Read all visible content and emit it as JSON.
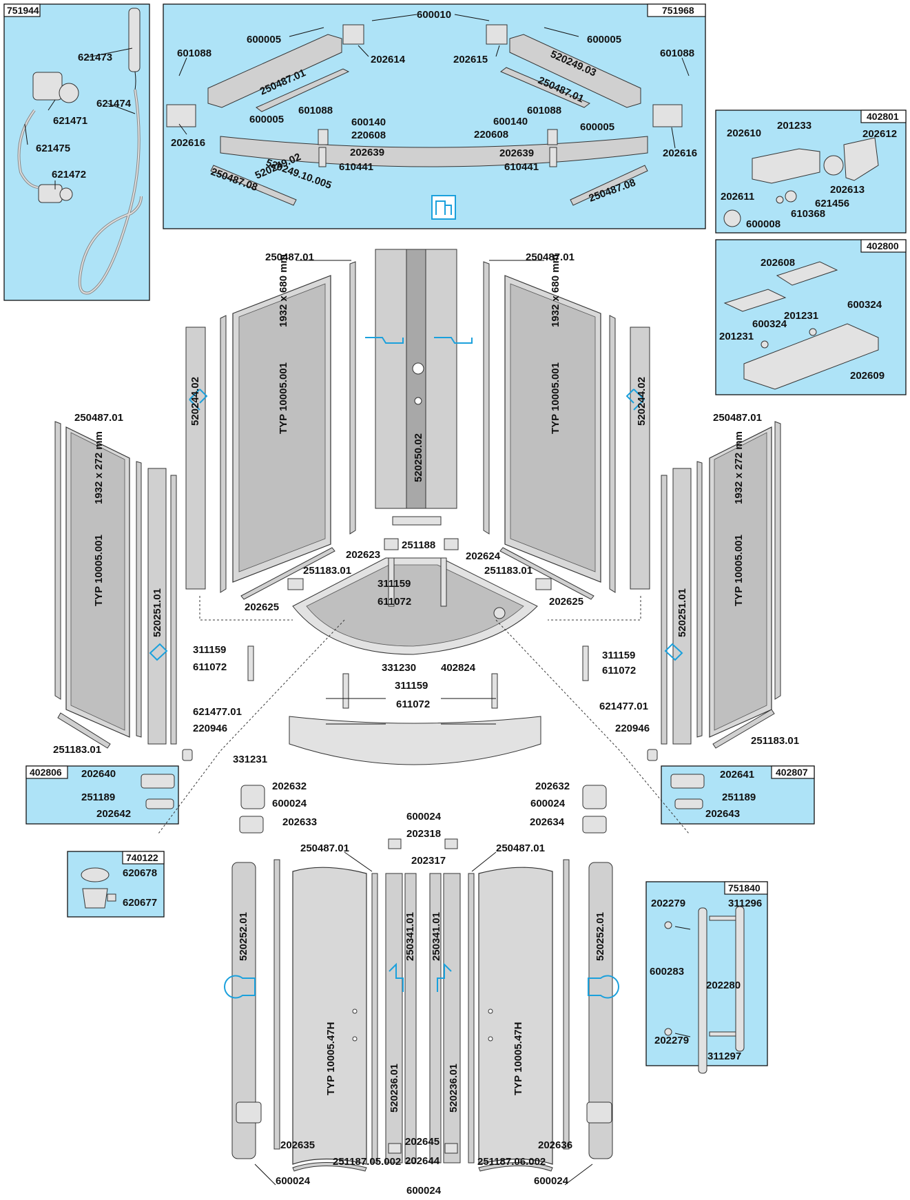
{
  "kits": {
    "k751944": "751944",
    "k751968": "751968",
    "k402801": "402801",
    "k402800": "402800",
    "k402806": "402806",
    "k402807": "402807",
    "k740122": "740122",
    "k751840": "751840"
  },
  "parts": {
    "p621473": "621473",
    "p621474": "621474",
    "p621471": "621471",
    "p621475": "621475",
    "p621472": "621472",
    "p600010": "600010",
    "p600005": "600005",
    "p601088": "601088",
    "p520249_02": "520249.02",
    "p520249_03": "520249.03",
    "p250487_01": "250487.01",
    "p202614": "202614",
    "p202615": "202615",
    "p202616": "202616",
    "p600140": "600140",
    "p220608": "220608",
    "p202639": "202639",
    "p610441": "610441",
    "p520249_10_005": "520249.10.005",
    "p250487_08": "250487.08",
    "p202610": "202610",
    "p201233": "201233",
    "p202612": "202612",
    "p202613": "202613",
    "p202611": "202611",
    "p621456": "621456",
    "p600008": "600008",
    "p610368": "610368",
    "p202608": "202608",
    "p600324": "600324",
    "p201231": "201231",
    "p202609": "202609",
    "p520250_02": "520250.02",
    "p520244_02": "520244.02",
    "p251188": "251188",
    "p202623": "202623",
    "p202624": "202624",
    "p251183_01": "251183.01",
    "p311159": "311159",
    "p611072": "611072",
    "p202625": "202625",
    "p331230": "331230",
    "p402824": "402824",
    "p331231": "331231",
    "p520251_01": "520251.01",
    "p621477_01": "621477.01",
    "p220946": "220946",
    "p202640": "202640",
    "p251189": "251189",
    "p202642": "202642",
    "p202641": "202641",
    "p202643": "202643",
    "p620678": "620678",
    "p620677": "620677",
    "p202632": "202632",
    "p600024": "600024",
    "p202633": "202633",
    "p202634": "202634",
    "p202318": "202318",
    "p202317": "202317",
    "p520252_01": "520252.01",
    "p250341_01": "250341.01",
    "p520236_01": "520236.01",
    "p202635": "202635",
    "p202636": "202636",
    "p202645": "202645",
    "p202644": "202644",
    "p251187_05_002": "251187.05.002",
    "p251187_06_002": "251187.06.002",
    "p202279": "202279",
    "p311296": "311296",
    "p600283": "600283",
    "p202280": "202280",
    "p311297": "311297"
  },
  "panels": {
    "side_large": "TYP 10005.001",
    "side_large_dim": "1932 x 680 mm",
    "side_small": "TYP 10005.001",
    "side_small_dim": "1932 x 272 mm",
    "door": "TYP 10005.47H"
  },
  "colors": {
    "box_fill": "#aee3f7",
    "accent_icon": "#1aa0dc"
  }
}
